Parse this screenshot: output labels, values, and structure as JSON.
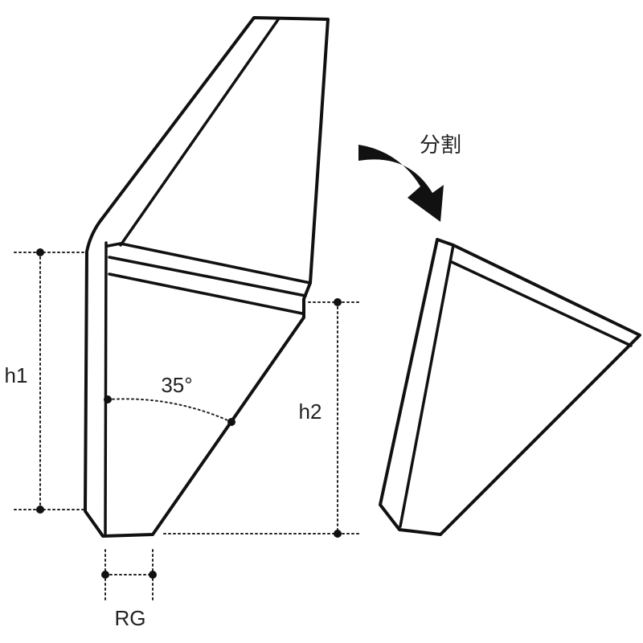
{
  "labels": {
    "split": "分割",
    "angle": "35°",
    "h1": "h1",
    "h2": "h2",
    "rg": "RG"
  },
  "colors": {
    "line": "#111111",
    "background": "#ffffff"
  }
}
